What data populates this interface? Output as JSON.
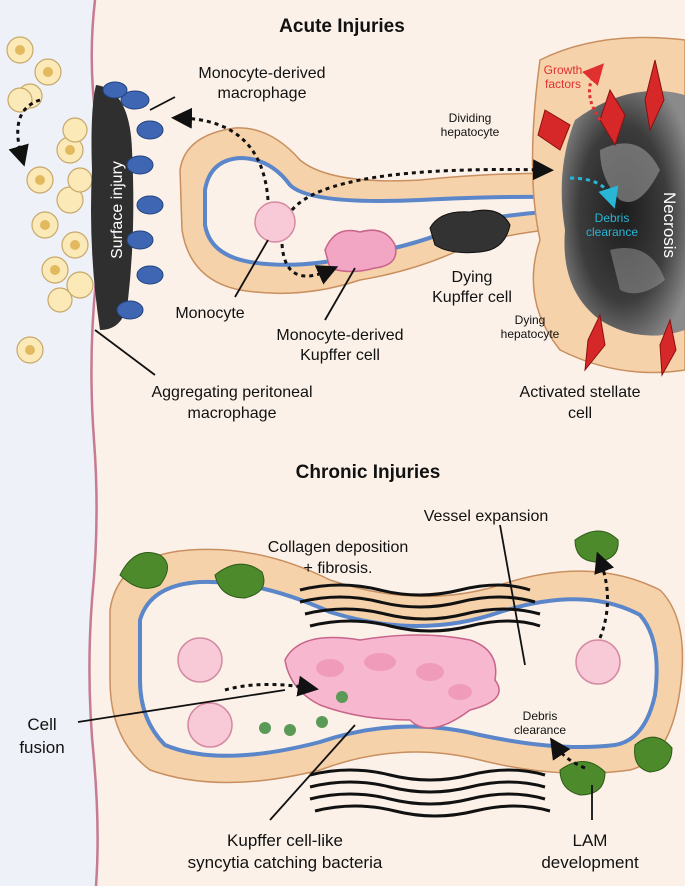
{
  "sections": {
    "acute_title": "Acute Injuries",
    "chronic_title": "Chronic Injuries"
  },
  "acute": {
    "surface_injury": "Surface injury",
    "monocyte_macrophage": [
      "Monocyte-derived",
      "macrophage"
    ],
    "growth_factors": [
      "Growth",
      "factors"
    ],
    "dividing_hepatocyte": [
      "Dividing",
      "hepatocyte"
    ],
    "necrosis": "Necrosis",
    "debris_clearance": [
      "Debris",
      "clearance"
    ],
    "dying_kupffer": [
      "Dying",
      "Kupffer cell"
    ],
    "dying_hepatocyte": [
      "Dying",
      "hepatocyte"
    ],
    "monocyte": "Monocyte",
    "monocyte_kupffer": [
      "Monocyte-derived",
      "Kupffer cell"
    ],
    "aggregating": [
      "Aggregating peritoneal",
      "macrophage"
    ],
    "stellate": [
      "Activated stellate",
      "cell"
    ]
  },
  "chronic": {
    "collagen": [
      "Collagen deposition",
      "+ fibrosis."
    ],
    "vessel_expansion": "Vessel expansion",
    "cell_fusion": [
      "Cell",
      "fusion"
    ],
    "debris_clearance": [
      "Debris",
      "clearance"
    ],
    "syncytia": [
      "Kupffer cell-like",
      "syncytia catching bacteria"
    ],
    "lam": [
      "LAM",
      "development"
    ]
  },
  "colors": {
    "background": "#fbf1e8",
    "peritoneum": "#eef1f8",
    "hepatocyte": "#f6d2aa",
    "hepatocyte_line": "#c98f5f",
    "endothelium": "#5b86c9",
    "macrophage": "#3f66b3",
    "monocyte": "#f8c9d6",
    "kupffer": "#f3a6c4",
    "stellate": "#d62828",
    "lam": "#4c8a2c",
    "necrosis": "#2c2c2c",
    "debris_arrow": "#27b6d6",
    "growth_arrow": "#e03030"
  }
}
